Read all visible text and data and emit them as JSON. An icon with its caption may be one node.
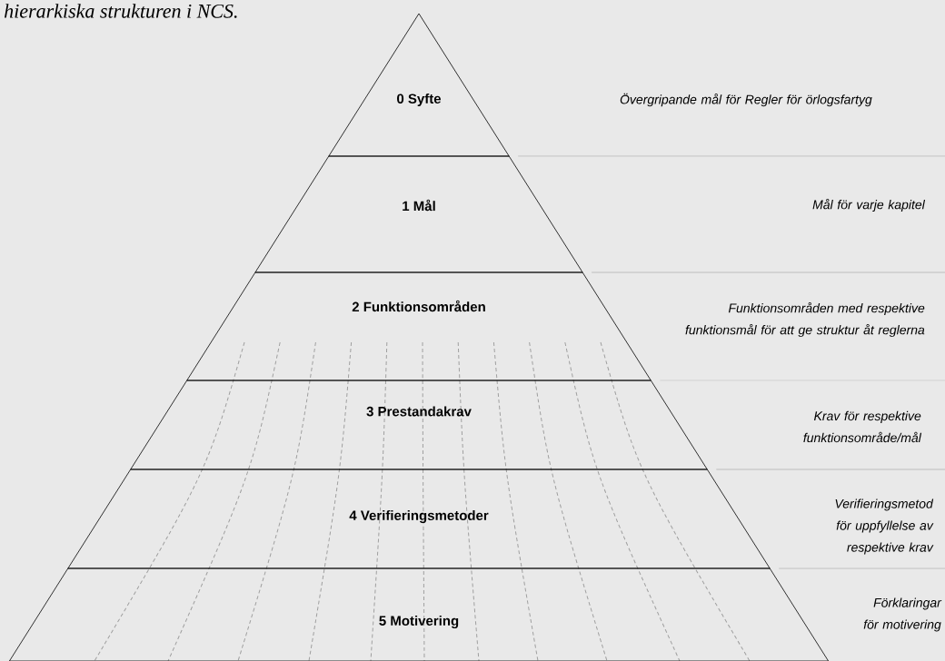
{
  "diagram": {
    "title": "hierarkiska strukturen i NCS.",
    "nodes": [
      {
        "text": [
          "0 Syfte"
        ]
      },
      {
        "text": [
          "1 Mål"
        ]
      },
      {
        "text": [
          "2 Funktionsområden"
        ]
      },
      {
        "text": [
          "3 Prestandakrav"
        ]
      },
      {
        "text": [
          "4 Verifieringsmetoder"
        ]
      },
      {
        "text": [
          "5 Motivering"
        ]
      }
    ],
    "labels": [
      "Övergripande mål för Regler för örlogsfartyg",
      "Mål för varje kapitel",
      "Funktionsområden med respektive funktionsmål för att ge struktur åt reglerna",
      "Krav för respektive funktionsområde/mål",
      "Verifieringsmetod för uppfyllelse av respektive krav",
      "Förklaringar för motivering"
    ]
  }
}
